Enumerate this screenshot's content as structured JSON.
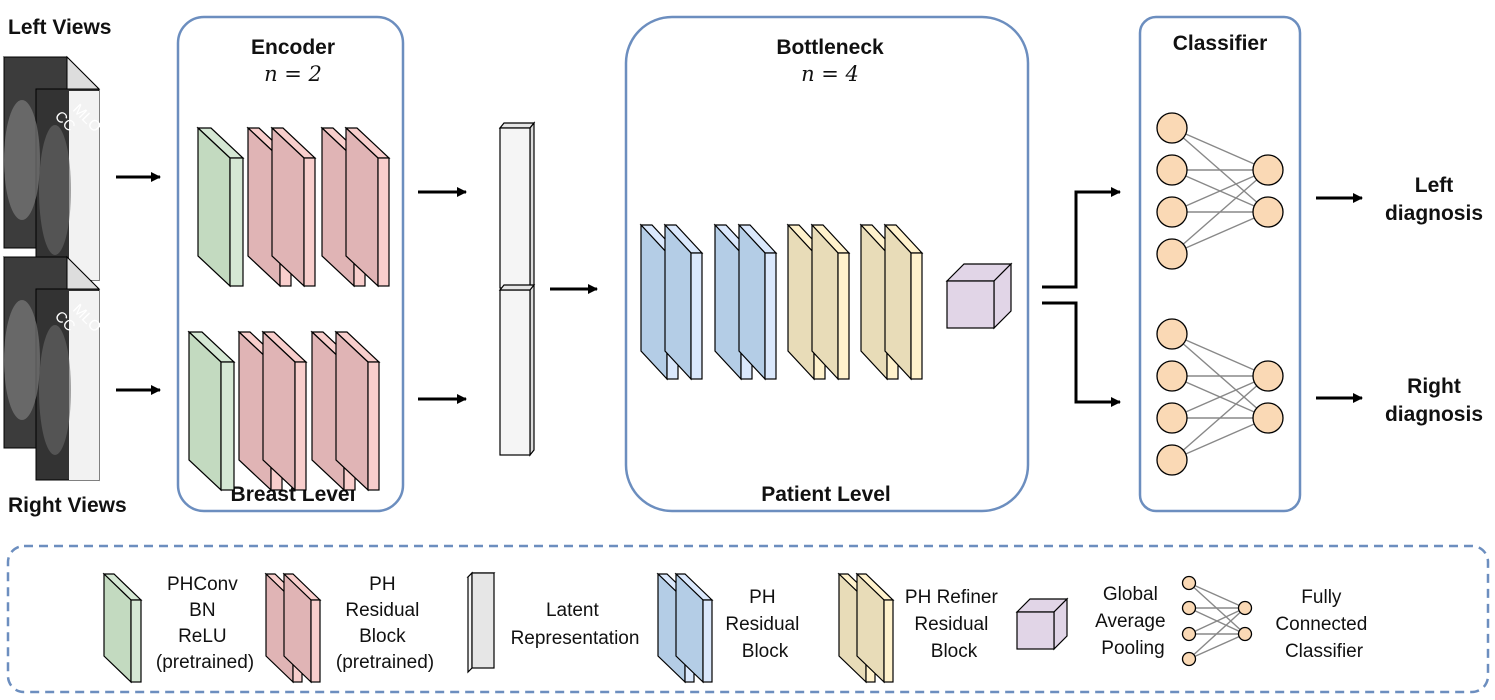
{
  "views": {
    "left": "Left Views",
    "right": "Right Views",
    "cc": "CC",
    "mlo": "MLO"
  },
  "encoder": {
    "title": "Encoder",
    "n": "n = 2",
    "level": "Breast Level"
  },
  "bottleneck": {
    "title": "Bottleneck",
    "n": "n = 4",
    "level": "Patient Level"
  },
  "classifier": {
    "title": "Classifier"
  },
  "outputs": {
    "left_l1": "Left",
    "left_l2": "diagnosis",
    "right_l1": "Right",
    "right_l2": "diagnosis"
  },
  "legend": {
    "phconv": [
      "PHConv",
      "BN",
      "ReLU",
      "(pretrained)"
    ],
    "ph_residual_pretrained": [
      "PH",
      "Residual",
      "Block",
      "(pretrained)"
    ],
    "latent": [
      "Latent",
      "Representation"
    ],
    "ph_residual": [
      "PH",
      "Residual",
      "Block"
    ],
    "ph_refiner": [
      "PH Refiner",
      "Residual",
      "Block"
    ],
    "gap": [
      "Global",
      "Average",
      "Pooling"
    ],
    "fc": [
      "Fully",
      "Connected",
      "Classifier"
    ]
  },
  "colors": {
    "panel_border": "#6c8ebf",
    "green_front": "#c3dac0",
    "green_side": "#d5e8d4",
    "red_front": "#e0b4b5",
    "red_side": "#f8cecc",
    "blue_front": "#b4cde6",
    "blue_side": "#dae8fc",
    "tan_front": "#e8dcb8",
    "tan_side": "#fff2cc",
    "purple_front": "#e1d5e7",
    "node_fill": "#fad9b5",
    "node_stroke": "#e8a15a"
  }
}
